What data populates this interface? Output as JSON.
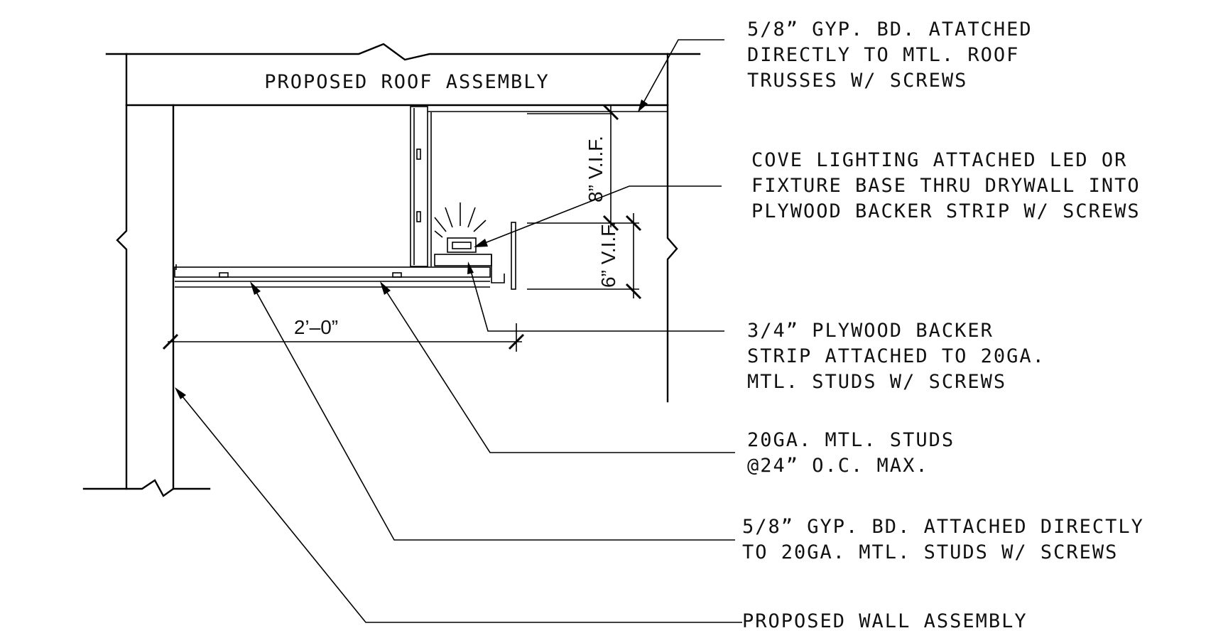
{
  "diagram": {
    "roof_label": "PROPOSED ROOF ASSEMBLY",
    "callouts": [
      {
        "id": "gyp-roof",
        "lines": [
          "5/8” GYP. BD. ATATCHED",
          "DIRECTLY TO MTL. ROOF",
          "TRUSSES W/ SCREWS"
        ]
      },
      {
        "id": "cove-lighting",
        "lines": [
          "COVE LIGHTING ATTACHED LED OR",
          "FIXTURE BASE THRU DRYWALL INTO",
          "PLYWOOD BACKER STRIP W/ SCREWS"
        ]
      },
      {
        "id": "plywood-backer",
        "lines": [
          "3/4” PLYWOOD BACKER",
          "STRIP ATTACHED TO 20GA.",
          "MTL. STUDS W/ SCREWS"
        ]
      },
      {
        "id": "mtl-studs",
        "lines": [
          "20GA. MTL. STUDS",
          "@24” O.C. MAX."
        ]
      },
      {
        "id": "gyp-studs",
        "lines": [
          "5/8” GYP. BD. ATTACHED DIRECTLY",
          "TO 20GA. MTL. STUDS W/ SCREWS"
        ]
      },
      {
        "id": "wall-assembly",
        "lines": [
          "PROPOSED WALL ASSEMBLY"
        ]
      }
    ],
    "dimensions": {
      "width": "2’–0”",
      "height_upper": "8” V.I.F.",
      "height_lower": "6” V.I.F."
    }
  }
}
